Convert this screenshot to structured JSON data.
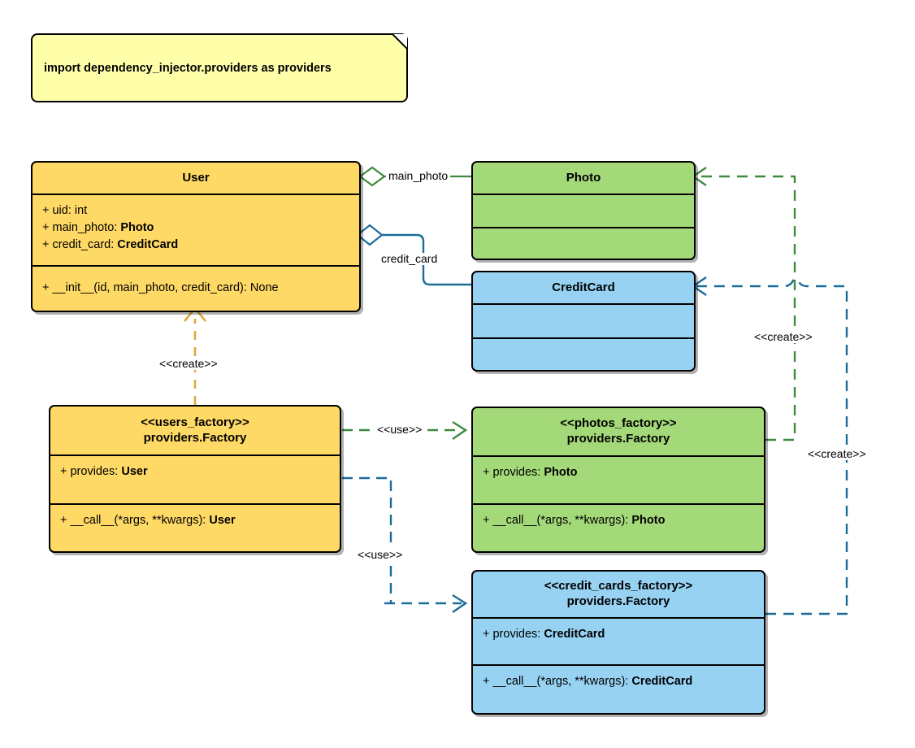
{
  "diagram": {
    "type": "uml-class-diagram",
    "title": "dependency_injector providers factory diagram",
    "colors": {
      "yellow_fill": "#FFD966",
      "green_fill": "#A4D979",
      "blue_fill": "#97D2F3",
      "note_fill": "#FFFFAA",
      "green_edge": "#3E8A3E",
      "blue_edge": "#1C6C98",
      "orange_edge": "#E0A93B",
      "border": "#000000"
    }
  },
  "note": {
    "text": "import dependency_injector.providers as providers"
  },
  "classes": [
    {
      "id": "user",
      "name": "User",
      "stereotype": "",
      "fill": "yellow",
      "attributes": [
        {
          "text": "+ uid: int",
          "plain": "+ uid: ",
          "bold": "int",
          "boldType": false
        },
        {
          "text": "+ main_photo: Photo",
          "plain": "+ main_photo: ",
          "bold": "Photo",
          "boldType": true
        },
        {
          "text": "+ credit_card: CreditCard",
          "plain": "+ credit_card: ",
          "bold": "CreditCard",
          "boldType": true
        }
      ],
      "methods": [
        {
          "text": "+ __init__(id, main_photo, credit_card): None",
          "plain": "+ __init__(id, main_photo, credit_card): None",
          "bold": "",
          "boldType": false
        }
      ]
    },
    {
      "id": "photo",
      "name": "Photo",
      "stereotype": "",
      "fill": "green",
      "attributes": [],
      "methods": []
    },
    {
      "id": "creditcard",
      "name": "CreditCard",
      "stereotype": "",
      "fill": "blue",
      "attributes": [],
      "methods": []
    },
    {
      "id": "users_factory",
      "name": "providers.Factory",
      "stereotype": "<<users_factory>>",
      "fill": "yellow",
      "attributes": [
        {
          "text": "+ provides: User",
          "plain": "+ provides: ",
          "bold": "User",
          "boldType": true
        }
      ],
      "methods": [
        {
          "text": "+ __call__(*args, **kwargs): User",
          "plain": "+ __call__(*args, **kwargs): ",
          "bold": "User",
          "boldType": true
        }
      ]
    },
    {
      "id": "photos_factory",
      "name": "providers.Factory",
      "stereotype": "<<photos_factory>>",
      "fill": "green",
      "attributes": [
        {
          "text": "+ provides: Photo",
          "plain": "+ provides: ",
          "bold": "Photo",
          "boldType": true
        }
      ],
      "methods": [
        {
          "text": "+ __call__(*args, **kwargs): Photo",
          "plain": "+ __call__(*args, **kwargs): ",
          "bold": "Photo",
          "boldType": true
        }
      ]
    },
    {
      "id": "credit_cards_factory",
      "name": "providers.Factory",
      "stereotype": "<<credit_cards_factory>>",
      "fill": "blue",
      "attributes": [
        {
          "text": "+ provides: CreditCard",
          "plain": "+ provides: ",
          "bold": "CreditCard",
          "boldType": true
        }
      ],
      "methods": [
        {
          "text": "+ __call__(*args, **kwargs): CreditCard",
          "plain": "+ __call__(*args, **kwargs): ",
          "bold": "CreditCard",
          "boldType": true
        }
      ]
    }
  ],
  "edges": [
    {
      "id": "user-main-photo",
      "from": "user",
      "to": "photo",
      "kind": "aggregation",
      "label": "main_photo",
      "color": "#3E8A3E"
    },
    {
      "id": "user-credit-card",
      "from": "user",
      "to": "creditcard",
      "kind": "aggregation",
      "label": "credit_card",
      "color": "#1C6C98"
    },
    {
      "id": "users-factory-create-user",
      "from": "users_factory",
      "to": "user",
      "kind": "create",
      "label": "<<create>>",
      "color": "#E0A93B"
    },
    {
      "id": "users-factory-use-photos",
      "from": "users_factory",
      "to": "photos_factory",
      "kind": "use",
      "label": "<<use>>",
      "color": "#3E8A3E"
    },
    {
      "id": "users-factory-use-cards",
      "from": "users_factory",
      "to": "credit_cards_factory",
      "kind": "use",
      "label": "<<use>>",
      "color": "#1C6C98"
    },
    {
      "id": "photos-factory-create-photo",
      "from": "photos_factory",
      "to": "photo",
      "kind": "create",
      "label": "<<create>>",
      "color": "#3E8A3E"
    },
    {
      "id": "cards-factory-create-card",
      "from": "credit_cards_factory",
      "to": "creditcard",
      "kind": "create",
      "label": "<<create>>",
      "color": "#1C6C98"
    }
  ],
  "labels": {
    "main_photo": "main_photo",
    "credit_card": "credit_card",
    "use_green": "<<use>>",
    "use_blue": "<<use>>",
    "create_orange": "<<create>>",
    "create_green": "<<create>>",
    "create_blue": "<<create>>"
  }
}
